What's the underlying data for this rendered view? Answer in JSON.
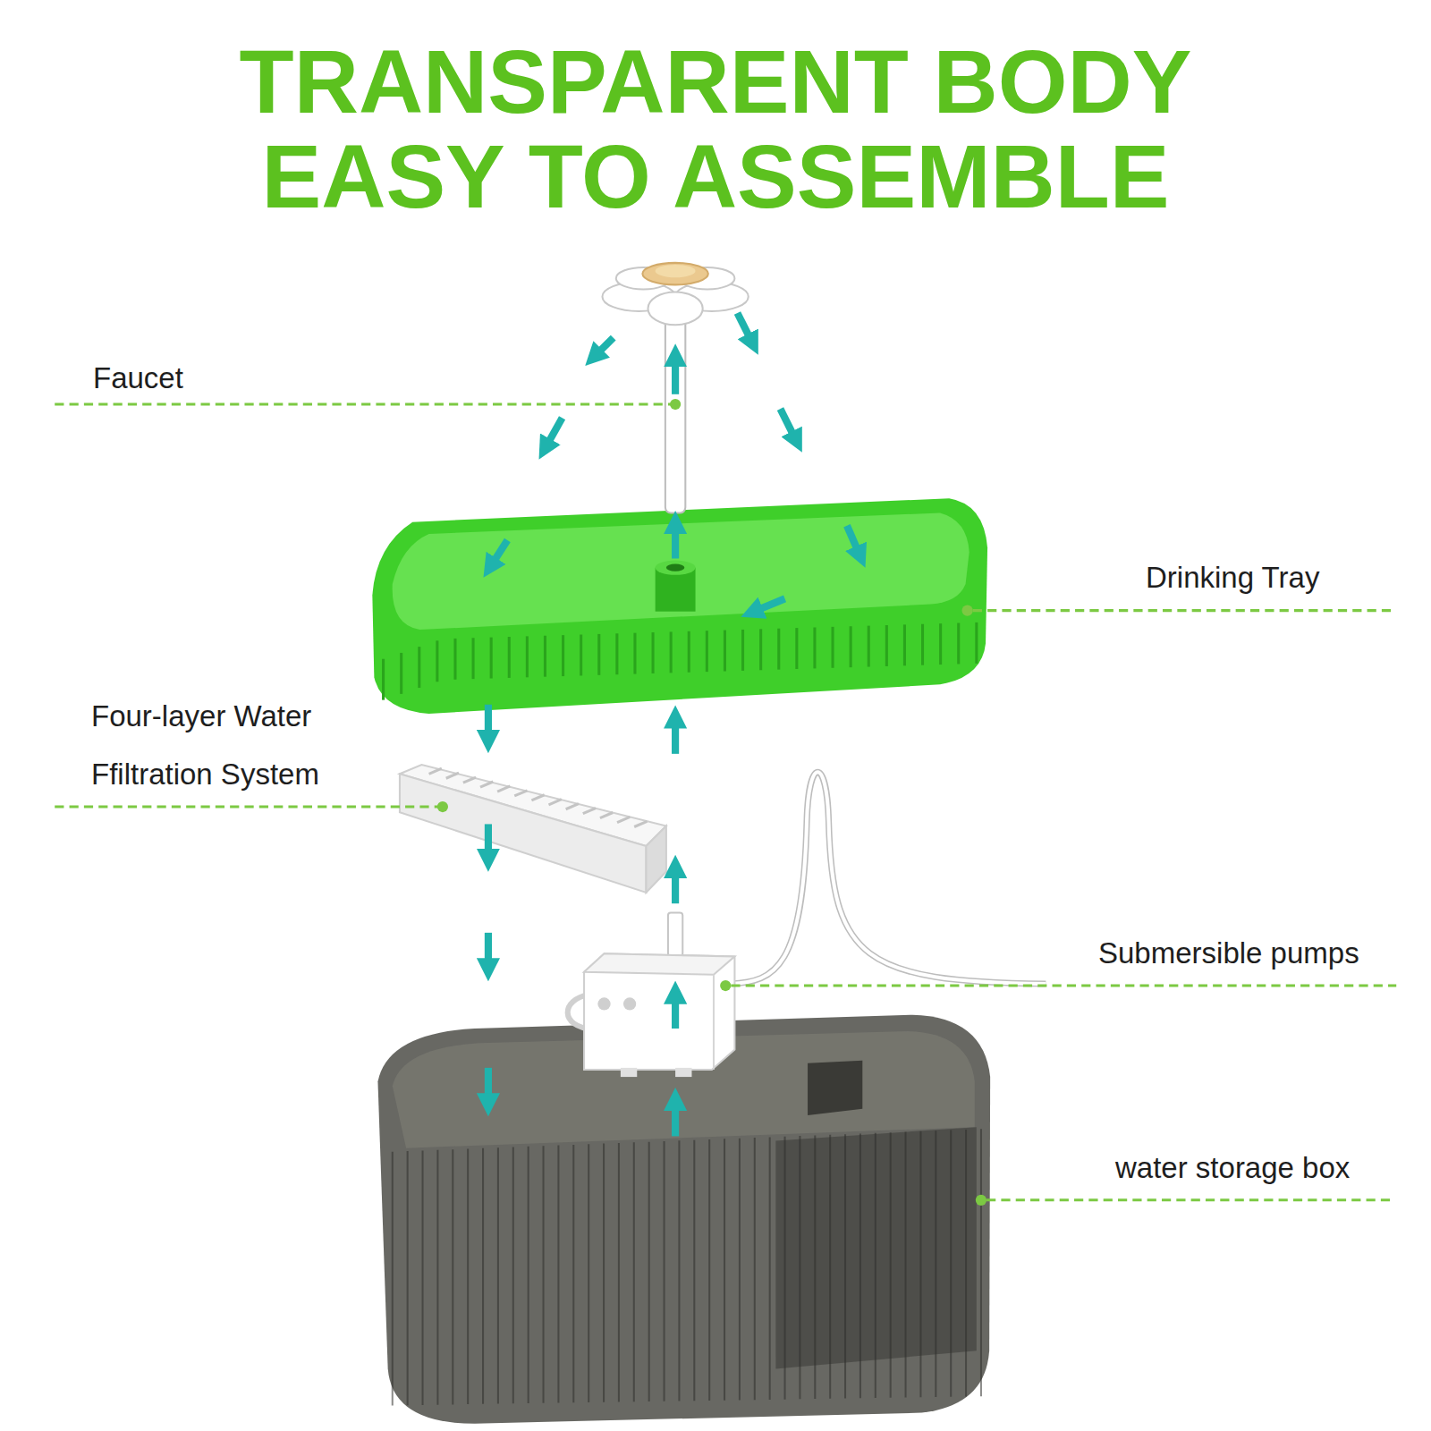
{
  "diagram": {
    "title": "TRANSPARENT BODY EASY TO ASSEMBLE",
    "labels": [
      "Faucet",
      "Drinking Tray",
      "Four-layer Water Ffiltration System",
      "Submersible pumps",
      "water storage box"
    ]
  }
}
